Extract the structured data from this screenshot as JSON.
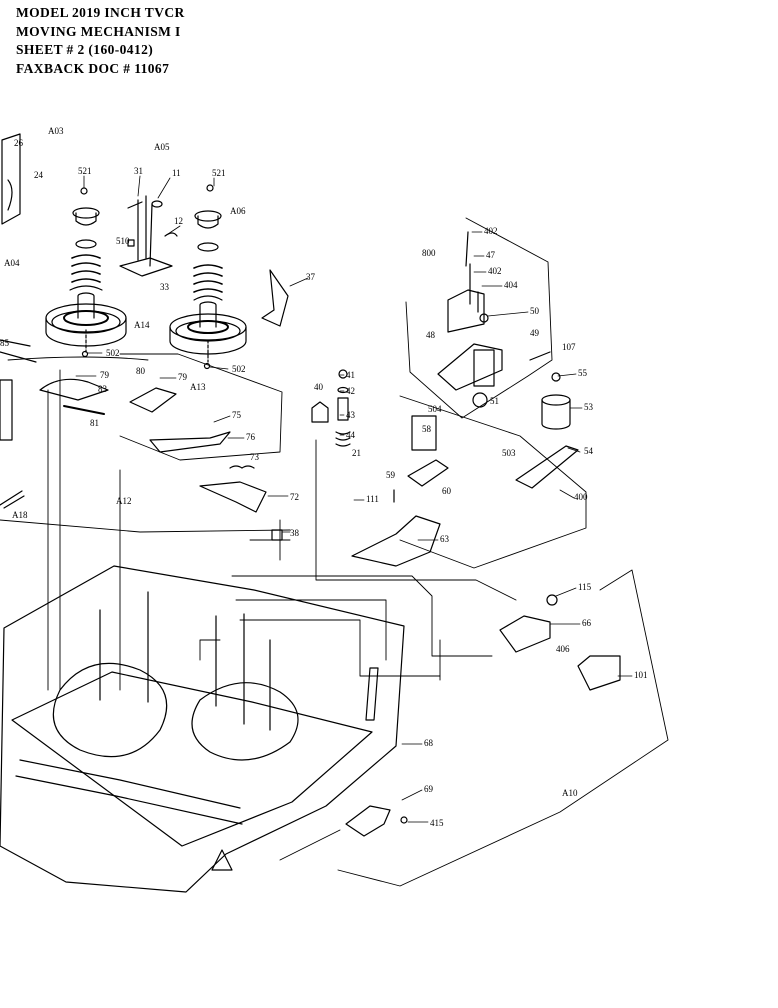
{
  "header": {
    "line1": "MODEL 2019 INCH TVCR",
    "line2": "MOVING MECHANISM I",
    "line3": "SHEET # 2  (160-0412)",
    "line4": "FAXBACK DOC # 11067"
  },
  "labels": {
    "A03": "A03",
    "A05": "A05",
    "A06": "A06",
    "A04": "A04",
    "A13": "A13",
    "A14": "A14",
    "A12": "A12",
    "A18": "A18",
    "A10": "A10",
    "l26": "26",
    "l24": "24",
    "l521a": "521",
    "l521b": "521",
    "l31": "31",
    "l11": "11",
    "l12": "12",
    "l510": "510",
    "l33": "33",
    "l37": "37",
    "l502a": "502",
    "l502b": "502",
    "l85": "85",
    "l79a": "79",
    "l79b": "79",
    "l80": "80",
    "l83": "83",
    "l81": "81",
    "l75": "75",
    "l76": "76",
    "l73": "73",
    "l72": "72",
    "l38": "38",
    "l40": "40",
    "l41": "41",
    "l42": "42",
    "l43": "43",
    "l44": "44",
    "l21": "21",
    "l800": "800",
    "l402a": "402",
    "l47": "47",
    "l402b": "402",
    "l404": "404",
    "l50": "50",
    "l48": "48",
    "l49": "49",
    "l107": "107",
    "l55": "55",
    "l51": "51",
    "l53": "53",
    "l504": "504",
    "l58": "58",
    "l503": "503",
    "l54": "54",
    "l59": "59",
    "l60": "60",
    "l400": "400",
    "l111": "111",
    "l63": "63",
    "l115": "115",
    "l66": "66",
    "l406": "406",
    "l101": "101",
    "l68": "68",
    "l69": "69",
    "l415": "415"
  }
}
